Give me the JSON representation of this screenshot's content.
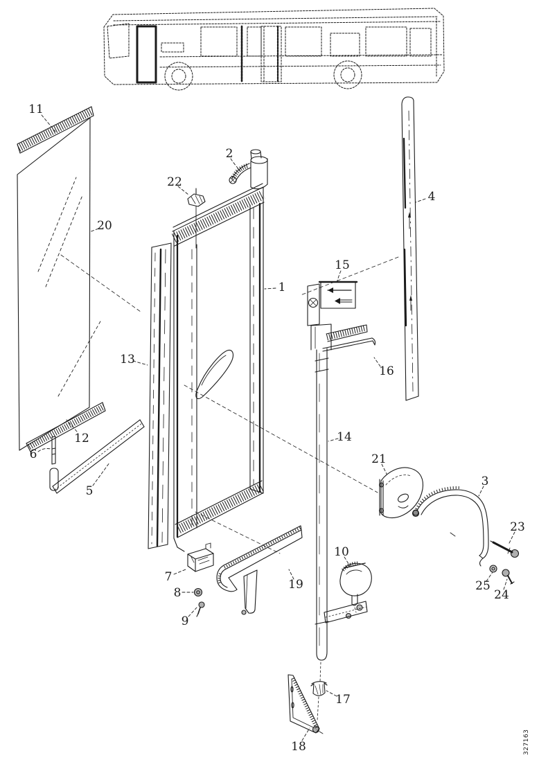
{
  "page": {
    "background": "#ffffff",
    "ink": "#1a1a1a"
  },
  "figure": {
    "drawing_number": "327163"
  },
  "callouts": [
    {
      "label": "11"
    },
    {
      "label": "2"
    },
    {
      "label": "22"
    },
    {
      "label": "20"
    },
    {
      "label": "1"
    },
    {
      "label": "4"
    },
    {
      "label": "15"
    },
    {
      "label": "13"
    },
    {
      "label": "16"
    },
    {
      "label": "12"
    },
    {
      "label": "6"
    },
    {
      "label": "5"
    },
    {
      "label": "14"
    },
    {
      "label": "21"
    },
    {
      "label": "3"
    },
    {
      "label": "23"
    },
    {
      "label": "7"
    },
    {
      "label": "8"
    },
    {
      "label": "10"
    },
    {
      "label": "19"
    },
    {
      "label": "9"
    },
    {
      "label": "25"
    },
    {
      "label": "24"
    },
    {
      "label": "17"
    },
    {
      "label": "18"
    }
  ]
}
